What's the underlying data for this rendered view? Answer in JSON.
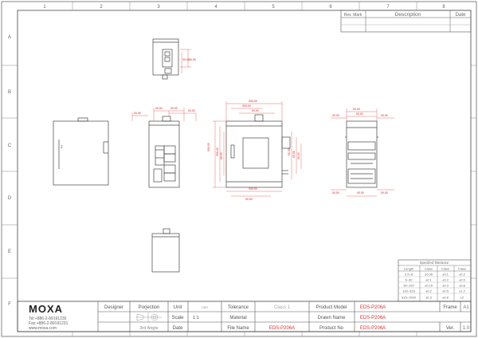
{
  "grid": {
    "columns": [
      "1",
      "2",
      "3",
      "4",
      "5",
      "6",
      "7",
      "8"
    ],
    "rows": [
      "A",
      "B",
      "C",
      "D",
      "E",
      "F"
    ]
  },
  "revision_table": {
    "rev_label": "Rev. Mark",
    "description_label": "Description",
    "date_label": "Date"
  },
  "tolerance_table": {
    "title": "Specified Tolerance",
    "headers": [
      "Length",
      "Class",
      "Class",
      "Class"
    ],
    "rows": [
      [
        "0.5~6",
        "±0.05",
        "±0.1",
        "±0.2"
      ],
      [
        "6~30",
        "±0.1",
        "±0.2",
        "±0.5"
      ],
      [
        "30~120",
        "±0.15",
        "±0.3",
        "±0.8"
      ],
      [
        "120~315",
        "±0.2",
        "±0.5",
        "±1.2"
      ],
      [
        "315~1000",
        "±0.3",
        "±0.8",
        "±2"
      ]
    ]
  },
  "title_block": {
    "company": "MOXA",
    "tel": "Tel:+886-2-89191230",
    "fax": "Fax:+886-2-89191231",
    "web": "www.moxa.com",
    "designer_label": "Designer",
    "projection_label": "Porjection",
    "projection_value": "3rd Angle",
    "unit_label": "Unit",
    "unit_value": "mm",
    "scale_label": "Scale",
    "scale_value": "1:1",
    "date_label": "Date",
    "tolerance_label": "Tolerance",
    "tolerance_value": "Class 1",
    "material_label": "Material",
    "file_name_label": "File Name",
    "file_name_value": "EDS-P206A",
    "product_model_label": "Product Model",
    "product_model_value": "EDS-P206A",
    "drawn_name_label": "Drawn Name",
    "drawn_name_value": "EDS-P206A",
    "product_no_label": "Product No",
    "product_no_value": "EDS-P206A",
    "frame_label": "Frame",
    "frame_value": "A1",
    "ver_label": "Ver.",
    "ver_value": "1.0"
  },
  "colors": {
    "border": "#444444",
    "line": "#555555",
    "dimension": "#e04a4a",
    "dimension_text": "#cc2222"
  }
}
